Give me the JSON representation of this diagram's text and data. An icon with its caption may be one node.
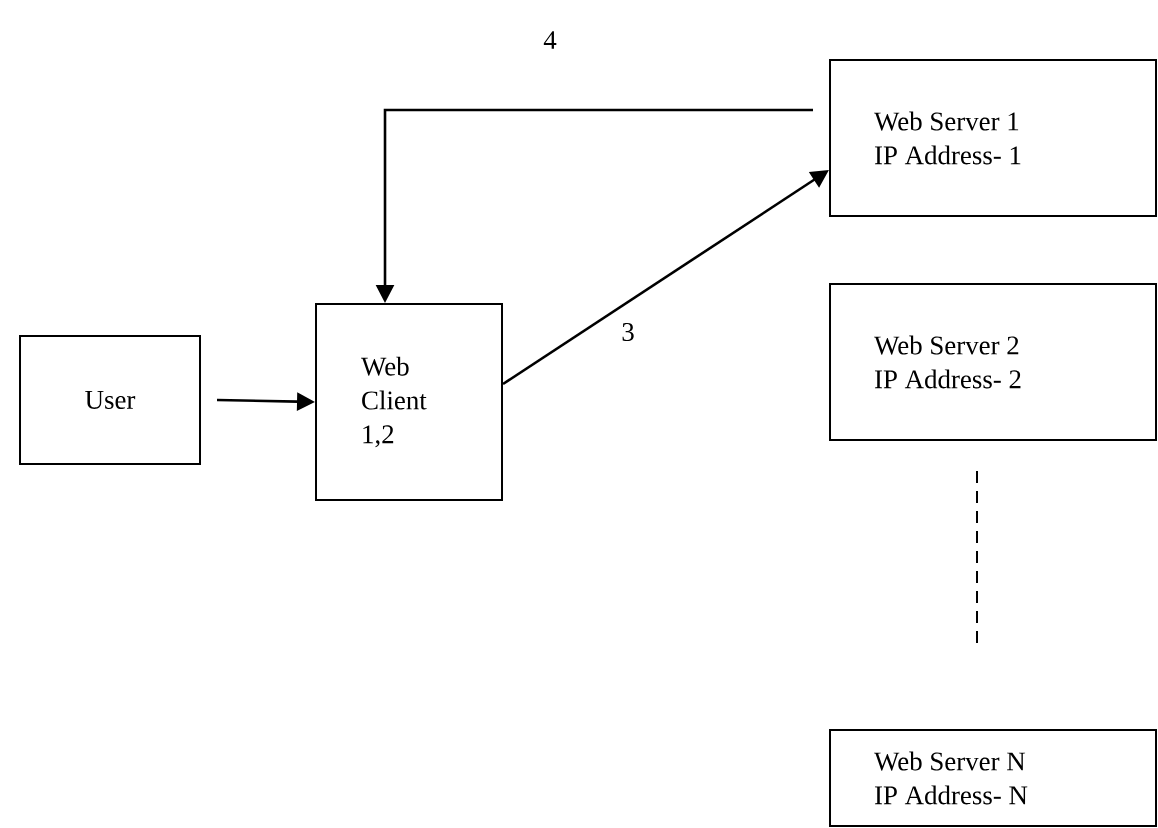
{
  "diagram": {
    "nodes": [
      {
        "text": [
          "User"
        ]
      },
      {
        "text": [
          "Web Client 1,2"
        ]
      },
      {
        "text": [
          "Web Server 1",
          "IP Address- 1"
        ]
      },
      {
        "text": [
          "Web Server 2",
          "IP Address- 2"
        ]
      },
      {
        "text": [
          "Web Server N",
          "IP Address- N"
        ]
      }
    ],
    "edges": [
      {
        "from": 0,
        "to": 1,
        "arrow": "to"
      },
      {
        "from": 1,
        "to": 2,
        "arrow": "to",
        "label": "3"
      },
      {
        "from": 2,
        "to": 1,
        "arrow": "to",
        "label": "4"
      },
      {
        "from": 3,
        "to": 4,
        "arrow": "none",
        "style": "dashed"
      }
    ]
  }
}
